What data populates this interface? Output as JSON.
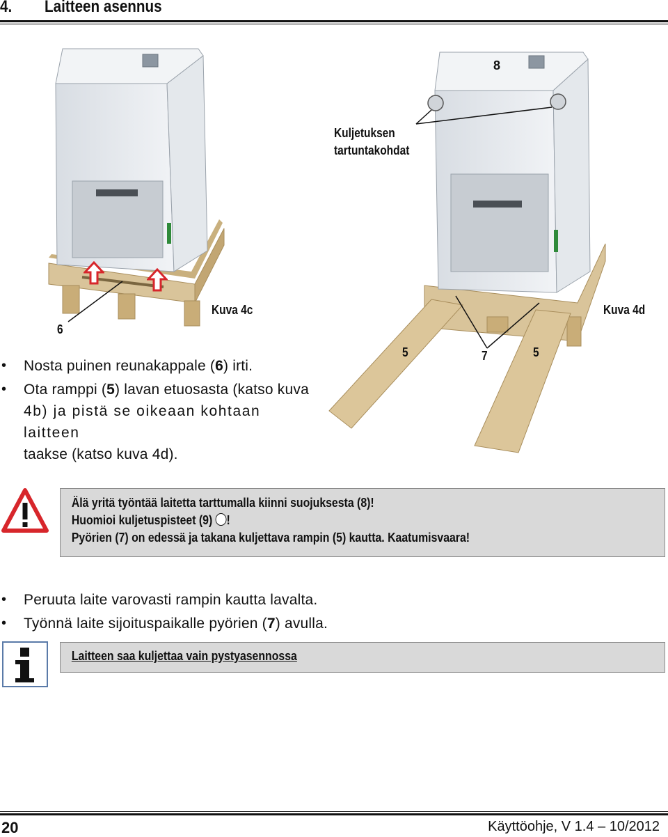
{
  "header": {
    "number": "4.",
    "title": "Laitteen asennus"
  },
  "figure_4c": {
    "caption": "Kuva 4c",
    "callout_6": "6"
  },
  "figure_4d": {
    "caption": "Kuva 4d",
    "callout_8": "8",
    "callout_5a": "5",
    "callout_7": "7",
    "callout_5b": "5",
    "grip_label_line1": "Kuljetuksen",
    "grip_label_line2": "tartuntakohdat"
  },
  "steps_1": {
    "item1_a": "Nosta puinen reunakappale (",
    "item1_b": "6",
    "item1_c": ") irti.",
    "item2_a": "Ota ramppi (",
    "item2_b": "5",
    "item2_c": ") lavan etuosasta (katso kuva",
    "item2_line2": "4b) ja pistä se oikeaan kohtaan laitteen",
    "item2_line3": "taakse (katso kuva 4d)."
  },
  "warning": {
    "line1": "Älä yritä työntää laitetta tarttumalla kiinni suojuksesta (8)!",
    "line2_a": "Huomioi kuljetuspisteet (9) ",
    "line2_b": "!",
    "line3": "Pyörien (7) on edessä ja takana kuljettava rampin (5) kautta. Kaatumisvaara!",
    "icon": "warning-triangle-icon",
    "icon_color": "#d7262b"
  },
  "steps_2": {
    "item1": "Peruuta laite varovasti rampin kautta lavalta.",
    "item2_a": "Työnnä laite sijoituspaikalle pyörien (",
    "item2_b": "7",
    "item2_c": ") avulla."
  },
  "info": {
    "text": "Laitteen saa kuljettaa vain pystyasennossa",
    "icon": "info-icon"
  },
  "footer": {
    "page": "20",
    "version": "Käyttöohje, V 1.4 – 10/2012"
  },
  "colors": {
    "arrow_red": "#d7262b",
    "box_gray": "#d9d9d9",
    "wood": "#d9c49a"
  }
}
